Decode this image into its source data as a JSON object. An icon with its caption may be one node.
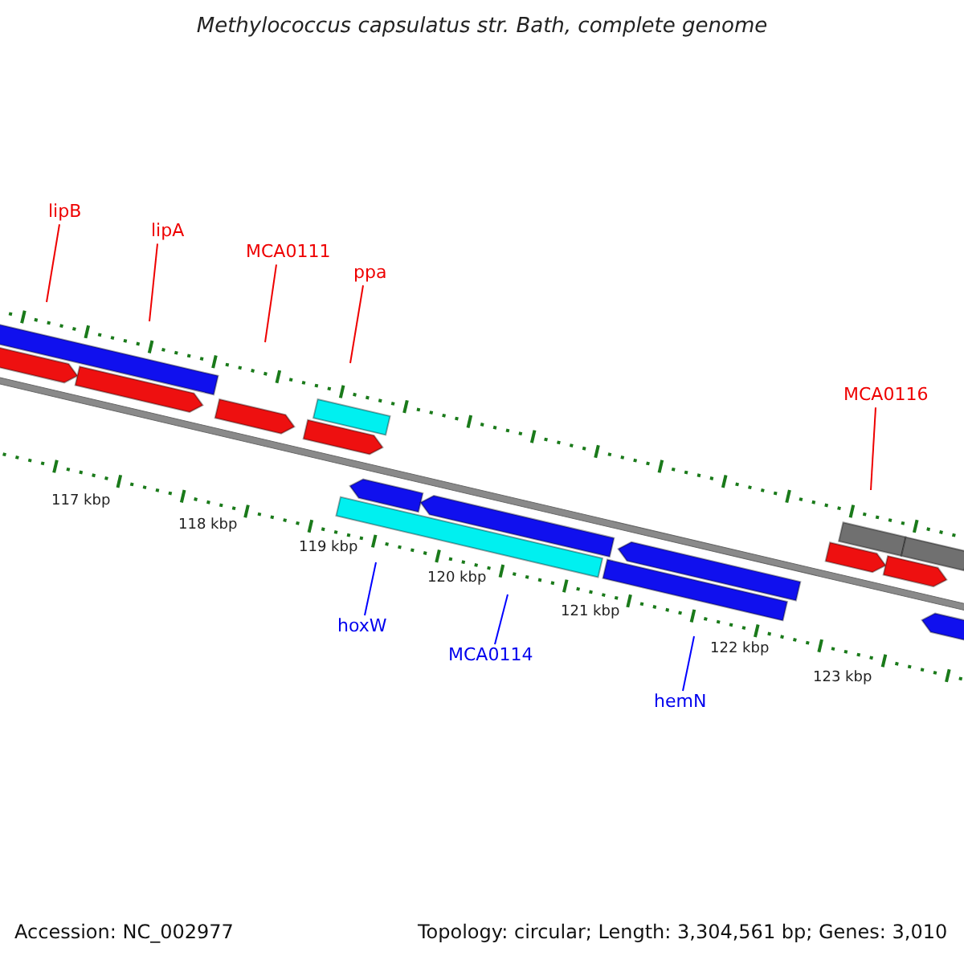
{
  "diagram": {
    "title": "Methylococcus capsulatus str. Bath, complete genome",
    "nodes": [
      {
        "text": [
          "lipB"
        ]
      },
      {
        "text": [
          "lipA"
        ]
      },
      {
        "text": [
          "MCA0111"
        ]
      },
      {
        "text": [
          "ppa"
        ]
      },
      {
        "text": [
          "MCA0116"
        ]
      },
      {
        "text": [
          "hoxW"
        ]
      },
      {
        "text": [
          "MCA0114"
        ]
      },
      {
        "text": [
          "hemN"
        ]
      }
    ],
    "edges": [
      {
        "from": 0,
        "to": null,
        "arrow": "none"
      },
      {
        "from": 1,
        "to": null,
        "arrow": "none"
      },
      {
        "from": 2,
        "to": null,
        "arrow": "none"
      },
      {
        "from": 3,
        "to": null,
        "arrow": "none"
      },
      {
        "from": 4,
        "to": null,
        "arrow": "none"
      },
      {
        "from": 5,
        "to": null,
        "arrow": "none",
        "color": "#0000ff"
      },
      {
        "from": 6,
        "to": null,
        "arrow": "none",
        "color": "#0000ff"
      },
      {
        "from": 7,
        "to": null,
        "arrow": "none",
        "color": "#0000ff"
      }
    ],
    "labels": [
      "117 kbp",
      "118 kbp",
      "119 kbp",
      "120 kbp",
      "121 kbp",
      "122 kbp",
      "123 kbp",
      "Accession: NC_002977",
      "Topology: circular; Length: 3,304,561 bp; Genes: 3,010"
    ]
  }
}
